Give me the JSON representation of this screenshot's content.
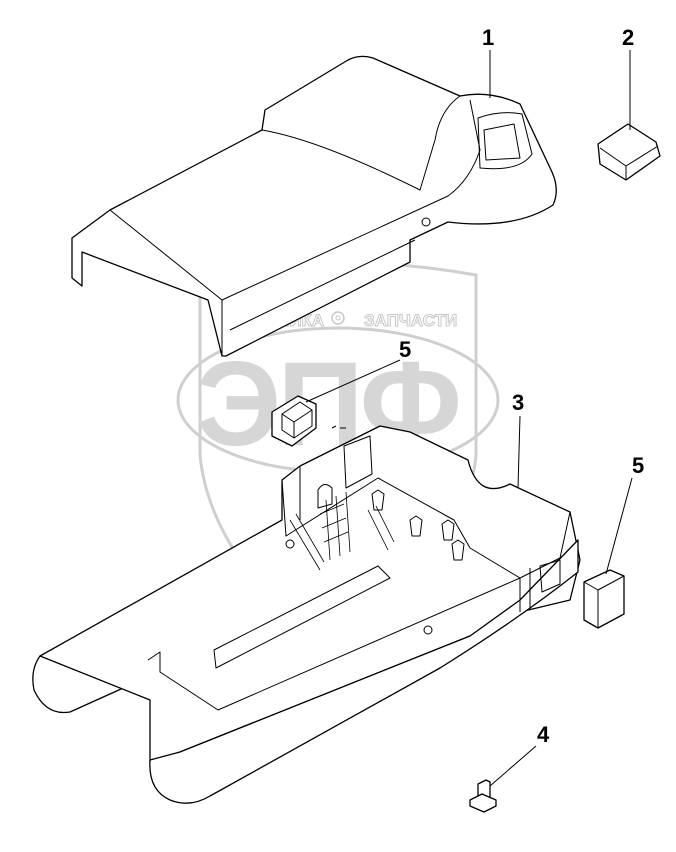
{
  "watermark": {
    "line1_left": "ТЕХНИКА",
    "line1_right": "ЗАПЧАСТИ",
    "logo": "ЭПФ"
  },
  "callouts": [
    {
      "id": "1",
      "text": "1"
    },
    {
      "id": "2",
      "text": "2"
    },
    {
      "id": "3",
      "text": "3"
    },
    {
      "id": "4",
      "text": "4"
    },
    {
      "id": "5a",
      "text": "5"
    },
    {
      "id": "5b",
      "text": "5"
    }
  ],
  "colors": {
    "line": "#000000",
    "background": "#ffffff",
    "watermark": "#d0d0d0"
  }
}
